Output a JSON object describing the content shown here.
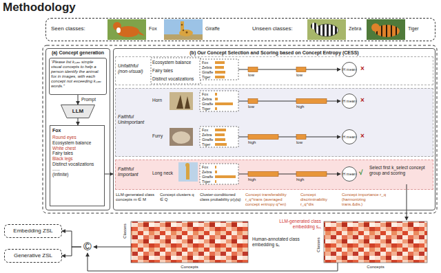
{
  "diagram": {
    "title": "Methodology",
    "nodes": [
      {
        "text": [
          "Seen classes:",
          "Unseen classes:"
        ]
      },
      {
        "text": [
          "Fox"
        ],
        "in": 0
      },
      {
        "text": [
          "Giraffe"
        ],
        "in": 0
      },
      {
        "text": [
          "Zebra"
        ],
        "in": 0
      },
      {
        "text": [
          "Tiger"
        ],
        "in": 0
      },
      {
        "text": [
          "(a) Concept generation"
        ]
      },
      {
        "text": [
          "“Please list kₘₐₓ simple visual concepts to help a person identify the animal: fox in images, with each concept not exceeding kₘₐₓ words.”"
        ],
        "in": 5
      },
      {
        "text": [
          "LLM"
        ],
        "in": 5
      },
      {
        "text": [
          "Fox",
          "Round eyes",
          "Ecosystem balance",
          "White chest",
          "Fairy tales",
          "Black legs",
          "Distinct vocalizations",
          "......",
          "(Infinite)"
        ],
        "in": 5
      },
      {
        "text": [
          "(b) Our Concept Selection and Scoring based on Concept Entropy (CESS)"
        ]
      },
      {
        "text": [
          "Unfaithful (non-visual)",
          "Ecosystem balance",
          "Fairy tales",
          "Distinct vocalizations"
        ],
        "in": 9
      },
      {
        "text": [
          "Faithful Unimportant",
          "Horn",
          "Furry"
        ],
        "in": 9
      },
      {
        "text": [
          "Faithful Important",
          "Long neck"
        ],
        "in": 9
      },
      {
        "text": [
          "H mean"
        ],
        "in": 10
      },
      {
        "text": [
          "H mean"
        ],
        "in": 11
      },
      {
        "text": [
          "H mean"
        ],
        "in": 11
      },
      {
        "text": [
          "H mean"
        ],
        "in": 12
      },
      {
        "text": [
          "Human-annotated class embedding sₕ"
        ]
      },
      {
        "text": [
          "LLM-generated class embedding sₘ"
        ]
      },
      {
        "text": [
          "©"
        ]
      },
      {
        "text": [
          "Embedding ZSL"
        ]
      },
      {
        "text": [
          "Generative ZSL"
        ]
      }
    ],
    "edges": [
      {
        "from": 6,
        "to": 7,
        "label": "Prompt",
        "arrow": "to"
      },
      {
        "from": 7,
        "to": 8,
        "arrow": "to"
      },
      {
        "from": 8,
        "to": 9,
        "arrow": "to"
      },
      {
        "from": 17,
        "to": 19,
        "arrow": "to"
      },
      {
        "from": 18,
        "to": 19,
        "arrow": "to"
      },
      {
        "from": 19,
        "to": 20,
        "arrow": "to"
      },
      {
        "from": 19,
        "to": 21,
        "arrow": "to"
      }
    ],
    "labels": [
      "Fox",
      "Zebra",
      "Giraffe",
      "Tiger",
      "Fox",
      "Zebra",
      "Giraffe",
      "Tiger",
      "Fox",
      "Zebra",
      "Giraffe",
      "Tiger",
      "Fox",
      "Zebra",
      "Giraffe",
      "Tiger",
      "low",
      "low",
      "low",
      "high",
      "high",
      "low",
      "high",
      "high",
      "×",
      "×",
      "×",
      "√",
      "Select first k_select concept group and scoring",
      "LLM-generated class concepts m ∈ M",
      "Concept clusters q ∈ Q",
      "Cluster-conditioned class probability p(y|q)",
      "Concept transferability r_q^trans (averaged concept entropy q^en)",
      "Concept discriminability r_q^dis",
      "Concept importance r_q (harmonizing trans.&dis.)",
      "Classes",
      "Concepts",
      "Classes",
      "Concepts"
    ]
  }
}
